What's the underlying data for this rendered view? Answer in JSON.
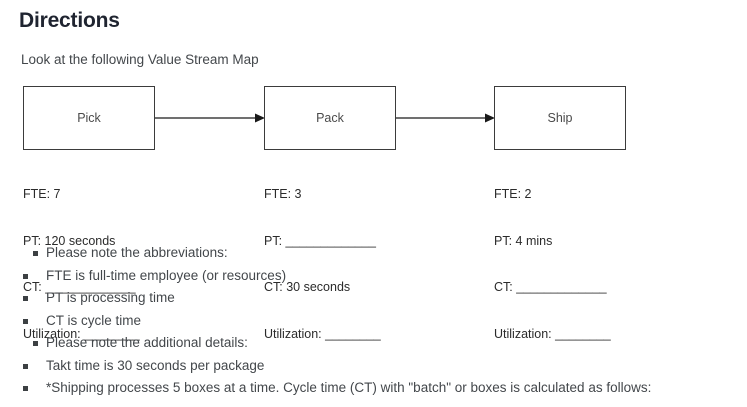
{
  "page": {
    "title": "Directions",
    "intro": "Look at the following Value Stream Map"
  },
  "value_stream_map": {
    "nodes": [
      {
        "id": "pick",
        "label": "Pick",
        "metrics": {
          "fte": "FTE: 7",
          "pt": "PT: 120 seconds",
          "ct": "CT: _____________",
          "utilization": "Utilization: ________"
        }
      },
      {
        "id": "pack",
        "label": "Pack",
        "metrics": {
          "fte": "FTE: 3",
          "pt": "PT: _____________",
          "ct": "CT: 30 seconds",
          "utilization": "Utilization: ________"
        }
      },
      {
        "id": "ship",
        "label": "Ship",
        "metrics": {
          "fte": "FTE: 2",
          "pt": "PT: 4 mins",
          "ct": "CT: _____________",
          "utilization": "Utilization: ________"
        }
      }
    ],
    "arrows": [
      {
        "id": "pick-to-pack",
        "from": "pick",
        "to": "pack"
      },
      {
        "id": "pack-to-ship",
        "from": "pack",
        "to": "ship"
      }
    ],
    "colors": {
      "node_border": "#3b3b3b",
      "node_fill": "#ffffff",
      "arrow": "#1a1a1a",
      "label_text": "#4a4a4a"
    }
  },
  "notes": {
    "groups": [
      {
        "heading": "Please note the abbreviations:",
        "items": [
          "FTE is full-time employee (or resources)",
          "PT is processing time",
          "CT is cycle time"
        ]
      },
      {
        "heading": "Please note the additional details:",
        "items": [
          "Takt time is 30 seconds per package",
          "*Shipping processes 5 boxes at a time.  Cycle time (CT) with \"batch\" or boxes is calculated as follows:"
        ]
      }
    ]
  }
}
